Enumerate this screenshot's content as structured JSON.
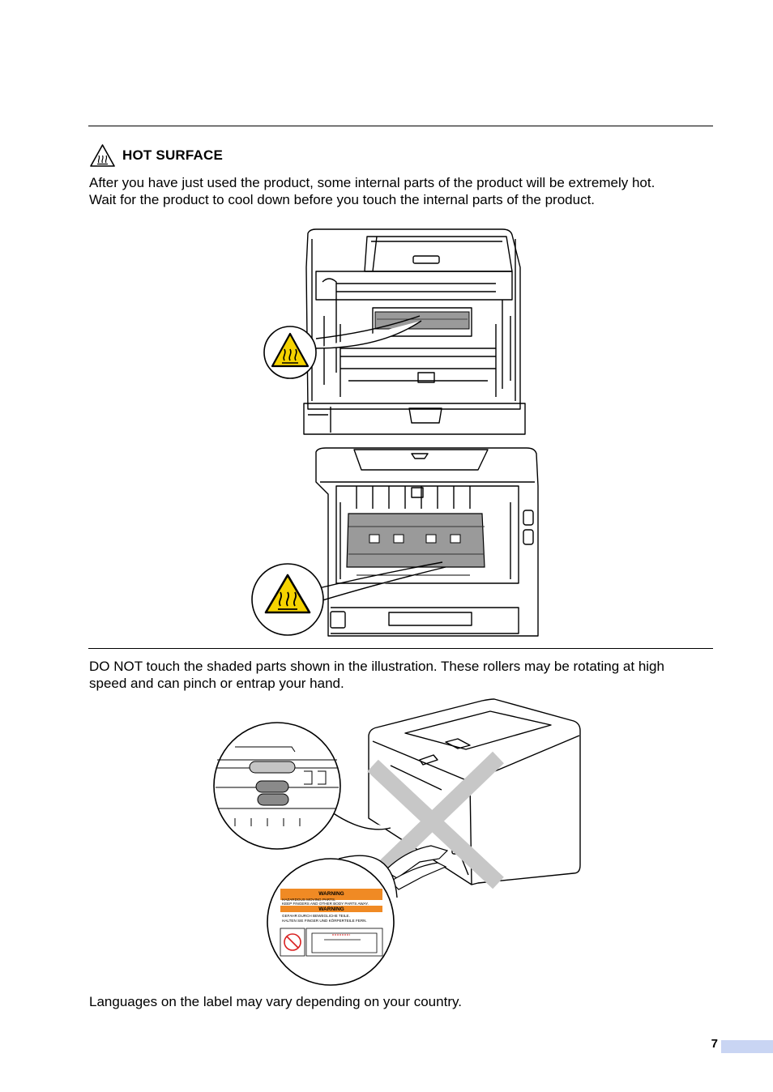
{
  "warning": {
    "icon": "hot-surface-warning-icon",
    "title": "HOT SURFACE",
    "lines": [
      "After you have just used the product, some internal parts of the product will be extremely hot.",
      "Wait for the product to cool down before you touch the internal parts of the product."
    ]
  },
  "rollers": {
    "lines": [
      "DO NOT touch the shaded parts shown in the illustration. These rollers may be rotating at high",
      "speed and can pinch or entrap your hand."
    ]
  },
  "warning_label": {
    "header1": "WARNING",
    "text1a": "HAZARDOUS MOVING PARTS.",
    "text1b": "KEEP FINGERS AND OTHER BODY PARTS AWAY.",
    "header2": "WARNING",
    "text2a": "GEFAHR DURCH BEWEGLICHE TEILE.",
    "text2b": "HALTEN SIE FINGER UND KÖRPERTEILE FERN.",
    "accent": "#f08a24"
  },
  "footer_note": "Languages on the label may vary depending on your country.",
  "page_number": "7",
  "colors": {
    "tab": "#c9d5f3",
    "warning_yellow": "#f5d300",
    "roller_shade": "#9a9a9a"
  }
}
